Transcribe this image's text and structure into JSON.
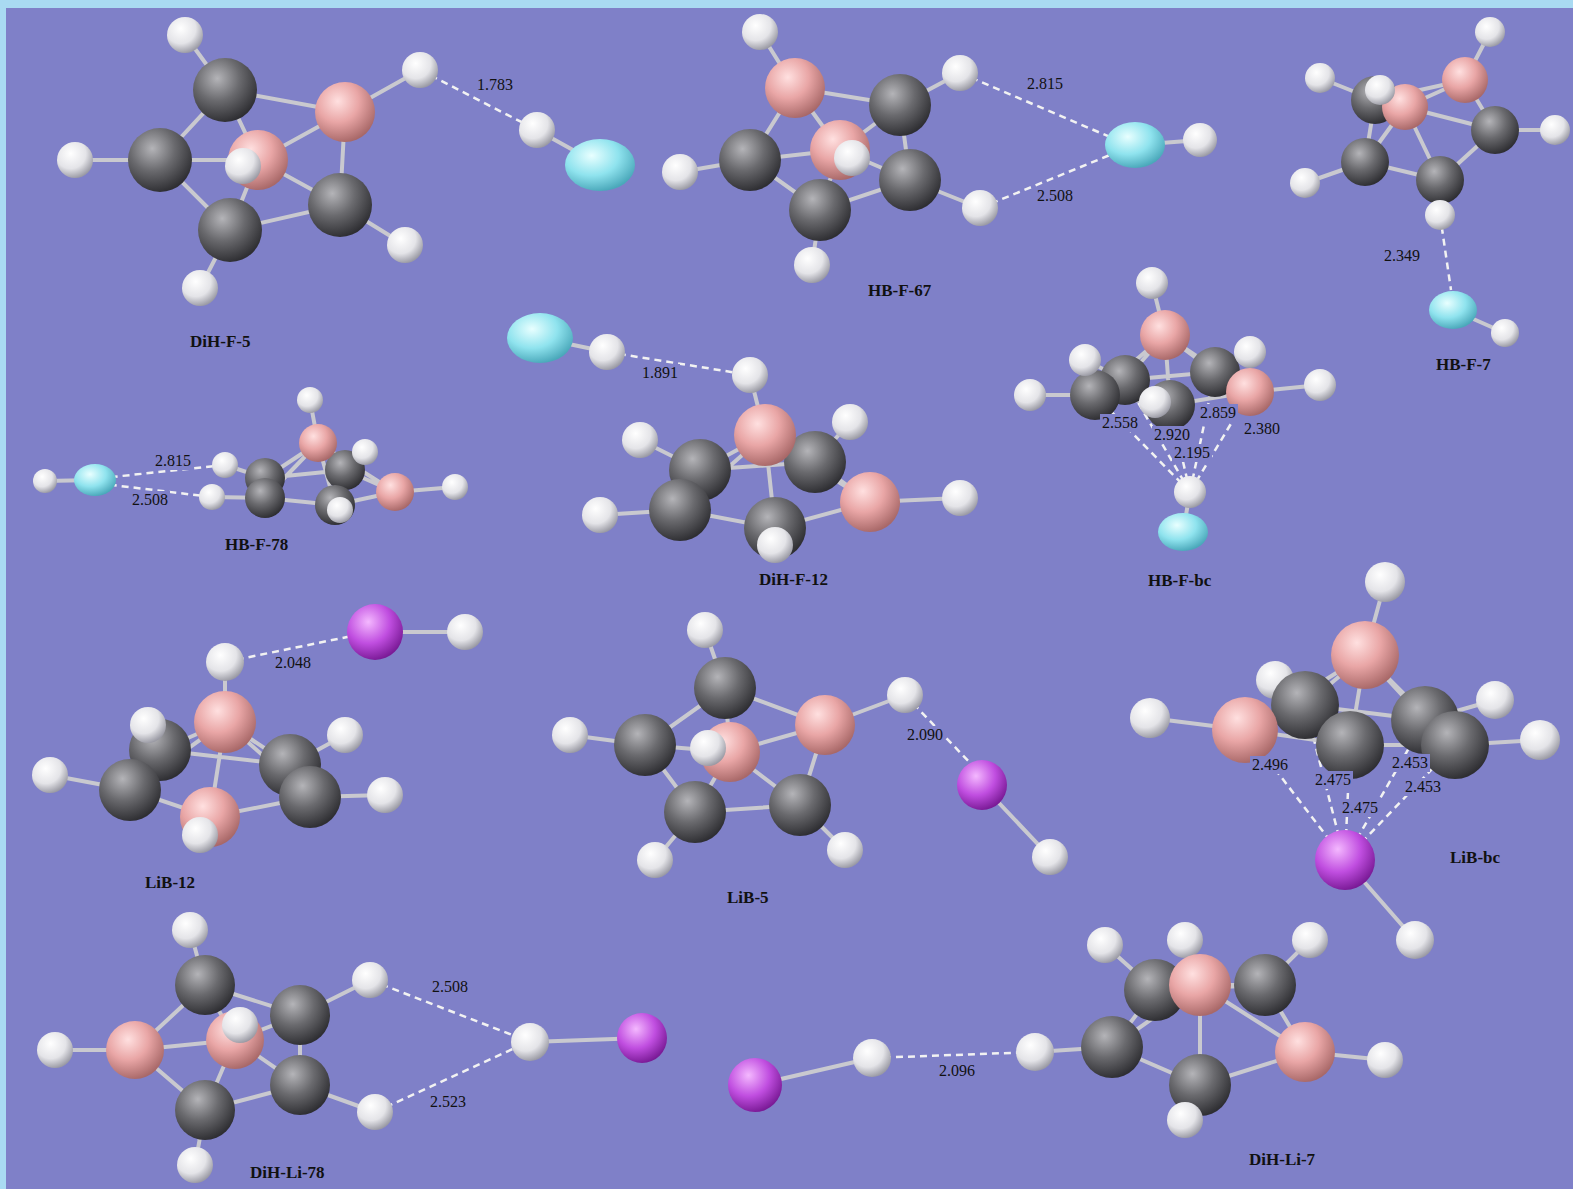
{
  "diagram": {
    "labels": [
      "1.783",
      "DiH-F-5",
      "2.815",
      "2.508",
      "HB-F-67",
      "2.349",
      "HB-F-7",
      "2.815",
      "2.508",
      "HB-F-78",
      "1.891",
      "DiH-F-12",
      "2.558",
      "2.920",
      "2.859",
      "2.195",
      "2.380",
      "HB-F-bc",
      "2.048",
      "LiB-12",
      "2.090",
      "LiB-5",
      "2.496",
      "2.475",
      "2.453",
      "2.453",
      "2.475",
      "LiB-bc",
      "2.508",
      "2.523",
      "DiH-Li-78",
      "2.096",
      "DiH-Li-7"
    ]
  }
}
